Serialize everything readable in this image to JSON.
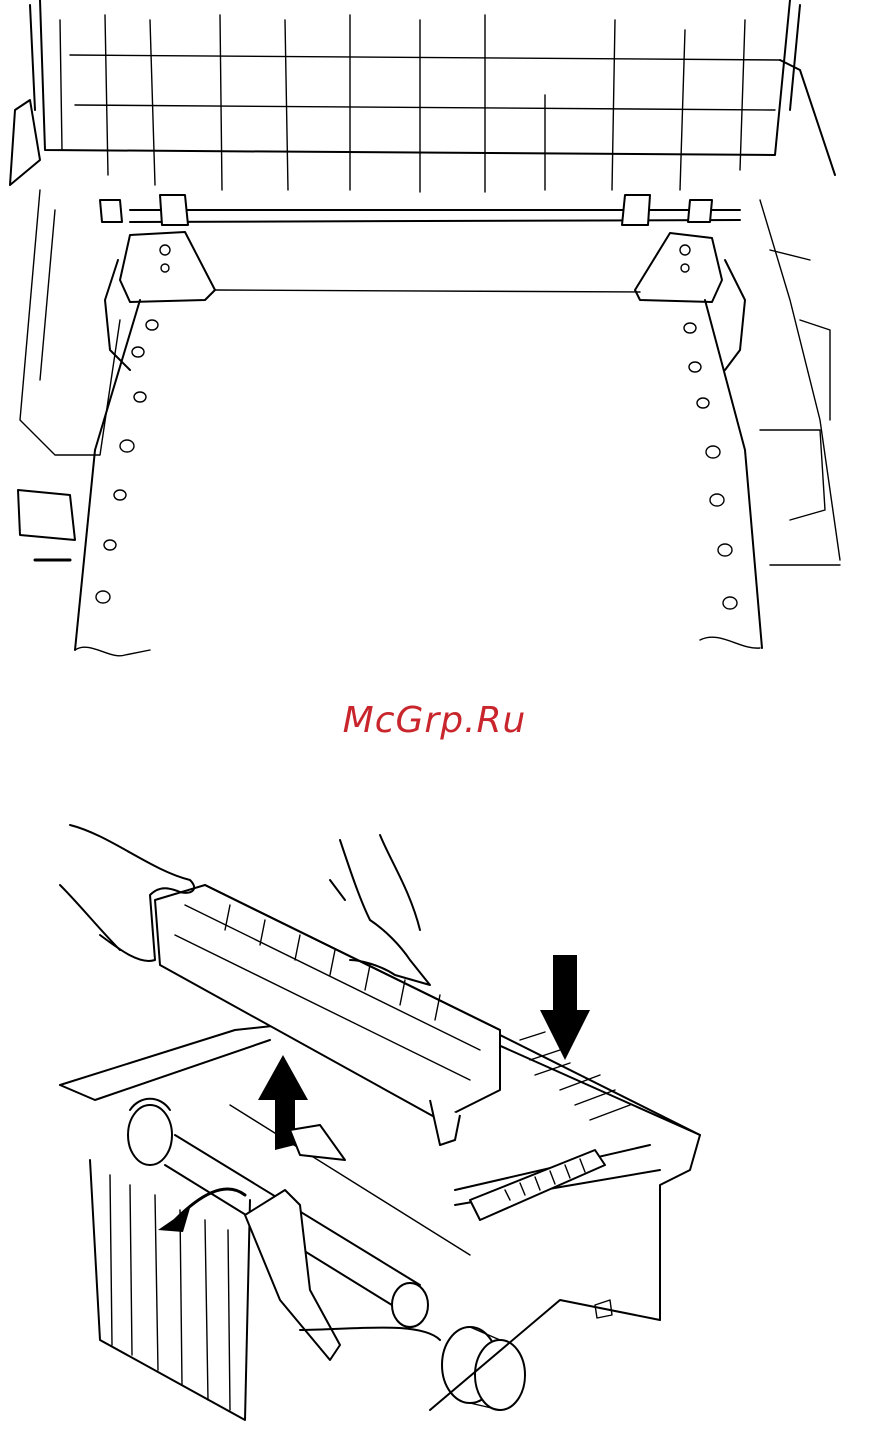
{
  "watermark": {
    "text": "McGrp.Ru",
    "color": "#c8262c"
  },
  "figures": {
    "top": {
      "icon": "printer-tractor-feed-paper-illustration"
    },
    "bottom": {
      "icon": "printer-paper-separator-removal-illustration"
    }
  }
}
